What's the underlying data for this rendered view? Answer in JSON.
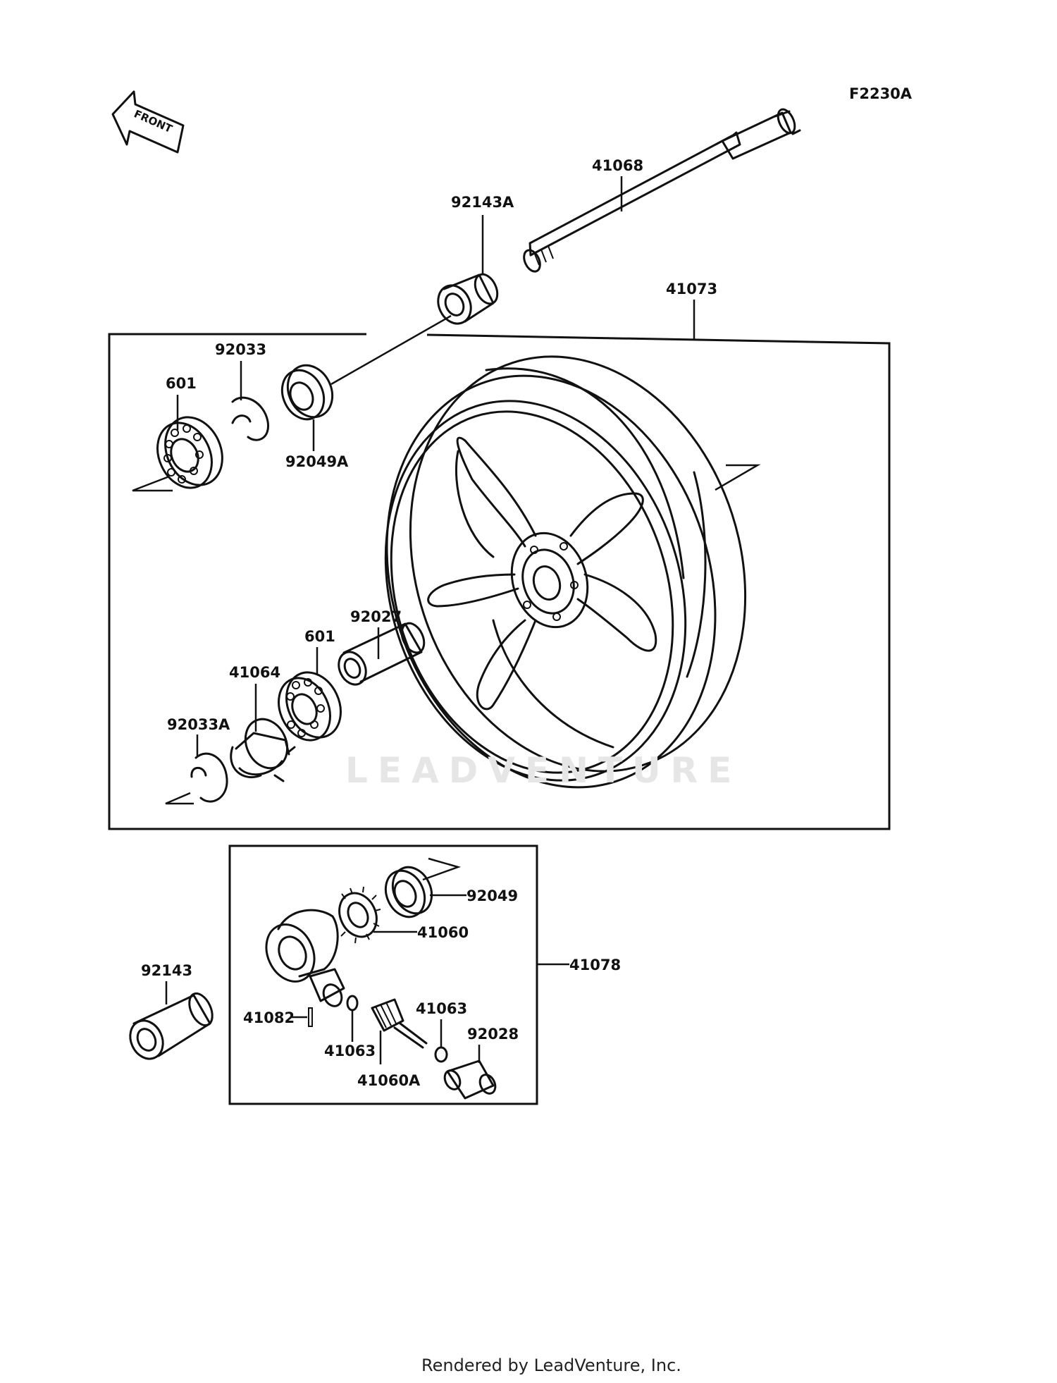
{
  "diagram_code": "F2230A",
  "front_arrow_text": "FRONT",
  "watermark": "LEADVENTURE",
  "footer": "Rendered by LeadVenture, Inc.",
  "labels": {
    "p41068": "41068",
    "p92143A": "92143A",
    "p41073": "41073",
    "p92033": "92033",
    "p601_upper": "601",
    "p92049A": "92049A",
    "p92027": "92027",
    "p601_lower": "601",
    "p41064": "41064",
    "p92033A": "92033A",
    "p92049": "92049",
    "p41060": "41060",
    "p41078": "41078",
    "p92143": "92143",
    "p41082": "41082",
    "p41063_upper": "41063",
    "p41063_lower": "41063",
    "p92028": "92028",
    "p41060A": "41060A"
  }
}
